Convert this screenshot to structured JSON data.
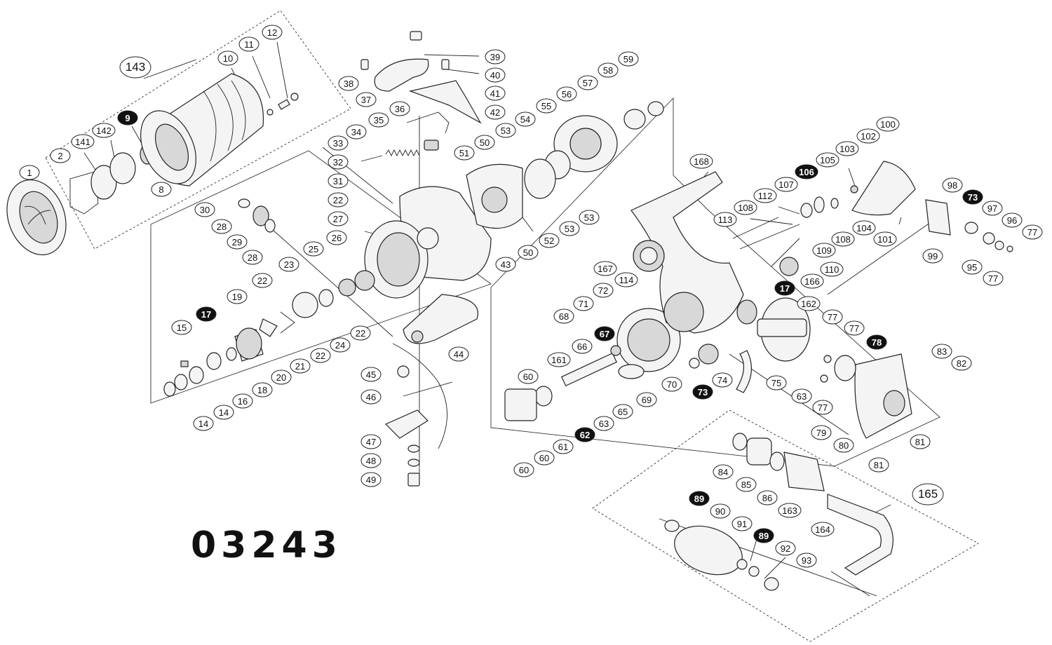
{
  "model_number": "03243",
  "callouts": [
    {
      "id": "c1",
      "label": "1",
      "style": "plain"
    },
    {
      "id": "c2",
      "label": "2",
      "style": "plain"
    },
    {
      "id": "c141",
      "label": "141",
      "style": "plain"
    },
    {
      "id": "c142",
      "label": "142",
      "style": "plain"
    },
    {
      "id": "c9",
      "label": "9",
      "style": "filled"
    },
    {
      "id": "c8",
      "label": "8",
      "style": "plain"
    },
    {
      "id": "c143",
      "label": "143",
      "style": "group"
    },
    {
      "id": "c10",
      "label": "10",
      "style": "plain"
    },
    {
      "id": "c11",
      "label": "11",
      "style": "plain"
    },
    {
      "id": "c12",
      "label": "12",
      "style": "plain"
    },
    {
      "id": "c30",
      "label": "30",
      "style": "plain"
    },
    {
      "id": "c28a",
      "label": "28",
      "style": "plain"
    },
    {
      "id": "c29",
      "label": "29",
      "style": "plain"
    },
    {
      "id": "c28b",
      "label": "28",
      "style": "plain"
    },
    {
      "id": "c25",
      "label": "25",
      "style": "plain"
    },
    {
      "id": "c26",
      "label": "26",
      "style": "plain"
    },
    {
      "id": "c27",
      "label": "27",
      "style": "plain"
    },
    {
      "id": "c22a",
      "label": "22",
      "style": "plain"
    },
    {
      "id": "c31",
      "label": "31",
      "style": "plain"
    },
    {
      "id": "c32",
      "label": "32",
      "style": "plain"
    },
    {
      "id": "c33",
      "label": "33",
      "style": "plain"
    },
    {
      "id": "c34",
      "label": "34",
      "style": "plain"
    },
    {
      "id": "c35",
      "label": "35",
      "style": "plain"
    },
    {
      "id": "c36",
      "label": "36",
      "style": "plain"
    },
    {
      "id": "c37",
      "label": "37",
      "style": "plain"
    },
    {
      "id": "c38",
      "label": "38",
      "style": "plain"
    },
    {
      "id": "c39",
      "label": "39",
      "style": "plain"
    },
    {
      "id": "c40",
      "label": "40",
      "style": "plain"
    },
    {
      "id": "c41",
      "label": "41",
      "style": "plain"
    },
    {
      "id": "c42",
      "label": "42",
      "style": "plain"
    },
    {
      "id": "c51",
      "label": "51",
      "style": "plain"
    },
    {
      "id": "c43",
      "label": "43",
      "style": "plain"
    },
    {
      "id": "c44",
      "label": "44",
      "style": "plain"
    },
    {
      "id": "c22b",
      "label": "22",
      "style": "plain"
    },
    {
      "id": "c22c",
      "label": "22",
      "style": "plain"
    },
    {
      "id": "c22d",
      "label": "22",
      "style": "plain"
    },
    {
      "id": "c23",
      "label": "23",
      "style": "plain"
    },
    {
      "id": "c24",
      "label": "24",
      "style": "plain"
    },
    {
      "id": "c19",
      "label": "19",
      "style": "plain"
    },
    {
      "id": "c17a",
      "label": "17",
      "style": "filled"
    },
    {
      "id": "c15",
      "label": "15",
      "style": "plain"
    },
    {
      "id": "c20",
      "label": "20",
      "style": "plain"
    },
    {
      "id": "c21",
      "label": "21",
      "style": "plain"
    },
    {
      "id": "c18",
      "label": "18",
      "style": "plain"
    },
    {
      "id": "c16",
      "label": "16",
      "style": "plain"
    },
    {
      "id": "c14a",
      "label": "14",
      "style": "plain"
    },
    {
      "id": "c14b",
      "label": "14",
      "style": "plain"
    },
    {
      "id": "c45",
      "label": "45",
      "style": "plain"
    },
    {
      "id": "c46",
      "label": "46",
      "style": "plain"
    },
    {
      "id": "c47",
      "label": "47",
      "style": "plain"
    },
    {
      "id": "c48",
      "label": "48",
      "style": "plain"
    },
    {
      "id": "c49",
      "label": "49",
      "style": "plain"
    },
    {
      "id": "c50a",
      "label": "50",
      "style": "plain"
    },
    {
      "id": "c53a",
      "label": "53",
      "style": "plain"
    },
    {
      "id": "c54",
      "label": "54",
      "style": "plain"
    },
    {
      "id": "c55",
      "label": "55",
      "style": "plain"
    },
    {
      "id": "c56",
      "label": "56",
      "style": "plain"
    },
    {
      "id": "c57",
      "label": "57",
      "style": "plain"
    },
    {
      "id": "c58",
      "label": "58",
      "style": "plain"
    },
    {
      "id": "c59",
      "label": "59",
      "style": "plain"
    },
    {
      "id": "c53b",
      "label": "53",
      "style": "plain"
    },
    {
      "id": "c53c",
      "label": "53",
      "style": "plain"
    },
    {
      "id": "c52",
      "label": "52",
      "style": "plain"
    },
    {
      "id": "c50b",
      "label": "50",
      "style": "plain"
    },
    {
      "id": "c168",
      "label": "168",
      "style": "plain"
    },
    {
      "id": "c113",
      "label": "113",
      "style": "plain"
    },
    {
      "id": "c108a",
      "label": "108",
      "style": "plain"
    },
    {
      "id": "c112",
      "label": "112",
      "style": "plain"
    },
    {
      "id": "c107",
      "label": "107",
      "style": "plain"
    },
    {
      "id": "c106",
      "label": "106",
      "style": "filled"
    },
    {
      "id": "c105",
      "label": "105",
      "style": "plain"
    },
    {
      "id": "c103",
      "label": "103",
      "style": "plain"
    },
    {
      "id": "c102",
      "label": "102",
      "style": "plain"
    },
    {
      "id": "c100",
      "label": "100",
      "style": "plain"
    },
    {
      "id": "c104",
      "label": "104",
      "style": "plain"
    },
    {
      "id": "c101",
      "label": "101",
      "style": "plain"
    },
    {
      "id": "c108b",
      "label": "108",
      "style": "plain"
    },
    {
      "id": "c109",
      "label": "109",
      "style": "plain"
    },
    {
      "id": "c110",
      "label": "110",
      "style": "plain"
    },
    {
      "id": "c166",
      "label": "166",
      "style": "plain"
    },
    {
      "id": "c98",
      "label": "98",
      "style": "plain"
    },
    {
      "id": "c73a",
      "label": "73",
      "style": "filled"
    },
    {
      "id": "c97",
      "label": "97",
      "style": "plain"
    },
    {
      "id": "c96",
      "label": "96",
      "style": "plain"
    },
    {
      "id": "c77a",
      "label": "77",
      "style": "plain"
    },
    {
      "id": "c99",
      "label": "99",
      "style": "plain"
    },
    {
      "id": "c95",
      "label": "95",
      "style": "plain"
    },
    {
      "id": "c77b",
      "label": "77",
      "style": "plain"
    },
    {
      "id": "c167",
      "label": "167",
      "style": "plain"
    },
    {
      "id": "c114",
      "label": "114",
      "style": "plain"
    },
    {
      "id": "c72",
      "label": "72",
      "style": "plain"
    },
    {
      "id": "c71",
      "label": "71",
      "style": "plain"
    },
    {
      "id": "c68",
      "label": "68",
      "style": "plain"
    },
    {
      "id": "c17b",
      "label": "17",
      "style": "filled"
    },
    {
      "id": "c162",
      "label": "162",
      "style": "plain"
    },
    {
      "id": "c67",
      "label": "67",
      "style": "filled"
    },
    {
      "id": "c66",
      "label": "66",
      "style": "plain"
    },
    {
      "id": "c161",
      "label": "161",
      "style": "plain"
    },
    {
      "id": "c60a",
      "label": "60",
      "style": "plain"
    },
    {
      "id": "c70",
      "label": "70",
      "style": "plain"
    },
    {
      "id": "c69",
      "label": "69",
      "style": "plain"
    },
    {
      "id": "c65",
      "label": "65",
      "style": "plain"
    },
    {
      "id": "c63a",
      "label": "63",
      "style": "plain"
    },
    {
      "id": "c73b",
      "label": "73",
      "style": "filled"
    },
    {
      "id": "c74",
      "label": "74",
      "style": "plain"
    },
    {
      "id": "c75",
      "label": "75",
      "style": "plain"
    },
    {
      "id": "c77c",
      "label": "77",
      "style": "plain"
    },
    {
      "id": "c77d",
      "label": "77",
      "style": "plain"
    },
    {
      "id": "c78",
      "label": "78",
      "style": "filled"
    },
    {
      "id": "c83",
      "label": "83",
      "style": "plain"
    },
    {
      "id": "c82",
      "label": "82",
      "style": "plain"
    },
    {
      "id": "c63b",
      "label": "63",
      "style": "plain"
    },
    {
      "id": "c77e",
      "label": "77",
      "style": "plain"
    },
    {
      "id": "c62",
      "label": "62",
      "style": "filled"
    },
    {
      "id": "c61",
      "label": "61",
      "style": "plain"
    },
    {
      "id": "c60b",
      "label": "60",
      "style": "plain"
    },
    {
      "id": "c60c",
      "label": "60",
      "style": "plain"
    },
    {
      "id": "c79",
      "label": "79",
      "style": "plain"
    },
    {
      "id": "c80",
      "label": "80",
      "style": "plain"
    },
    {
      "id": "c81a",
      "label": "81",
      "style": "plain"
    },
    {
      "id": "c81b",
      "label": "81",
      "style": "plain"
    },
    {
      "id": "c84",
      "label": "84",
      "style": "plain"
    },
    {
      "id": "c85",
      "label": "85",
      "style": "plain"
    },
    {
      "id": "c86",
      "label": "86",
      "style": "plain"
    },
    {
      "id": "c163",
      "label": "163",
      "style": "plain"
    },
    {
      "id": "c165",
      "label": "165",
      "style": "group"
    },
    {
      "id": "c89a",
      "label": "89",
      "style": "filled"
    },
    {
      "id": "c90",
      "label": "90",
      "style": "plain"
    },
    {
      "id": "c91",
      "label": "91",
      "style": "plain"
    },
    {
      "id": "c89b",
      "label": "89",
      "style": "filled"
    },
    {
      "id": "c92",
      "label": "92",
      "style": "plain"
    },
    {
      "id": "c93",
      "label": "93",
      "style": "plain"
    },
    {
      "id": "c164",
      "label": "164",
      "style": "plain"
    }
  ]
}
